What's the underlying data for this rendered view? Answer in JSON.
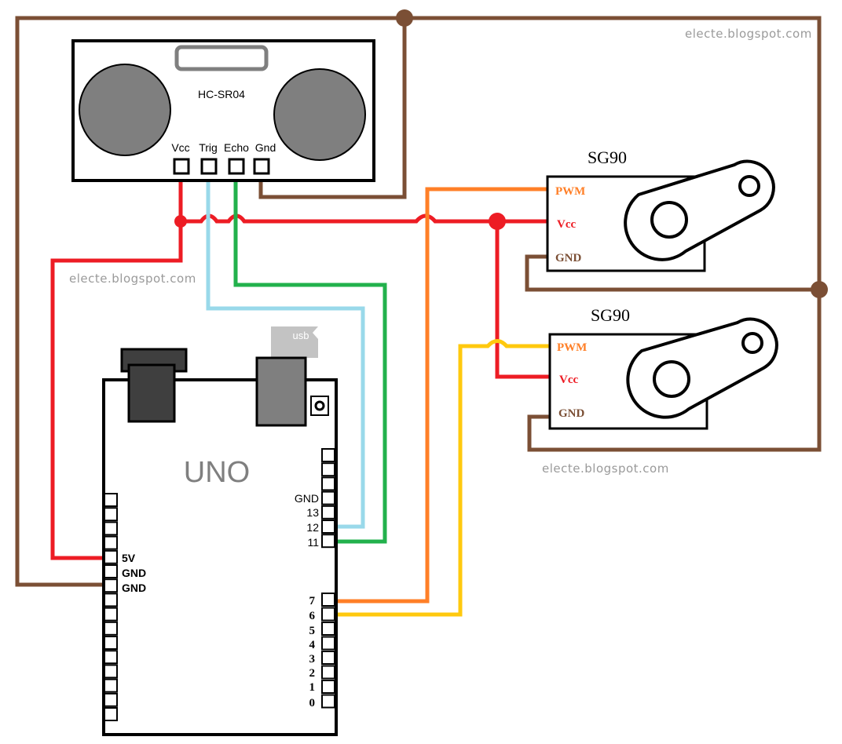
{
  "watermarks": [
    "electe.blogspot.com",
    "electe.blogspot.com",
    "electe.blogspot.com"
  ],
  "sensor": {
    "model": "HC-SR04",
    "pins": [
      "Vcc",
      "Trig",
      "Echo",
      "Gnd"
    ]
  },
  "servo1": {
    "title": "SG90",
    "pins": [
      "PWM",
      "Vcc",
      "GND"
    ]
  },
  "servo2": {
    "title": "SG90",
    "pins": [
      "PWM",
      "Vcc",
      "GND"
    ]
  },
  "arduino": {
    "name": "UNO",
    "usb_label": "usb",
    "left_pins": [
      "5V",
      "GND",
      "GND"
    ],
    "right_pins_top": [
      "GND",
      "13",
      "12",
      "11"
    ],
    "right_pins_bottom": [
      "7",
      "6",
      "5",
      "4",
      "3",
      "2",
      "1",
      "0"
    ]
  },
  "colors": {
    "power": "#ed1c24",
    "ground": "#7b4f35",
    "trig": "#99d9ea",
    "echo": "#22b14c",
    "pwm1": "#ff7f27",
    "pwm2": "#ffc90e",
    "component_gray": "#7f7f7f"
  }
}
